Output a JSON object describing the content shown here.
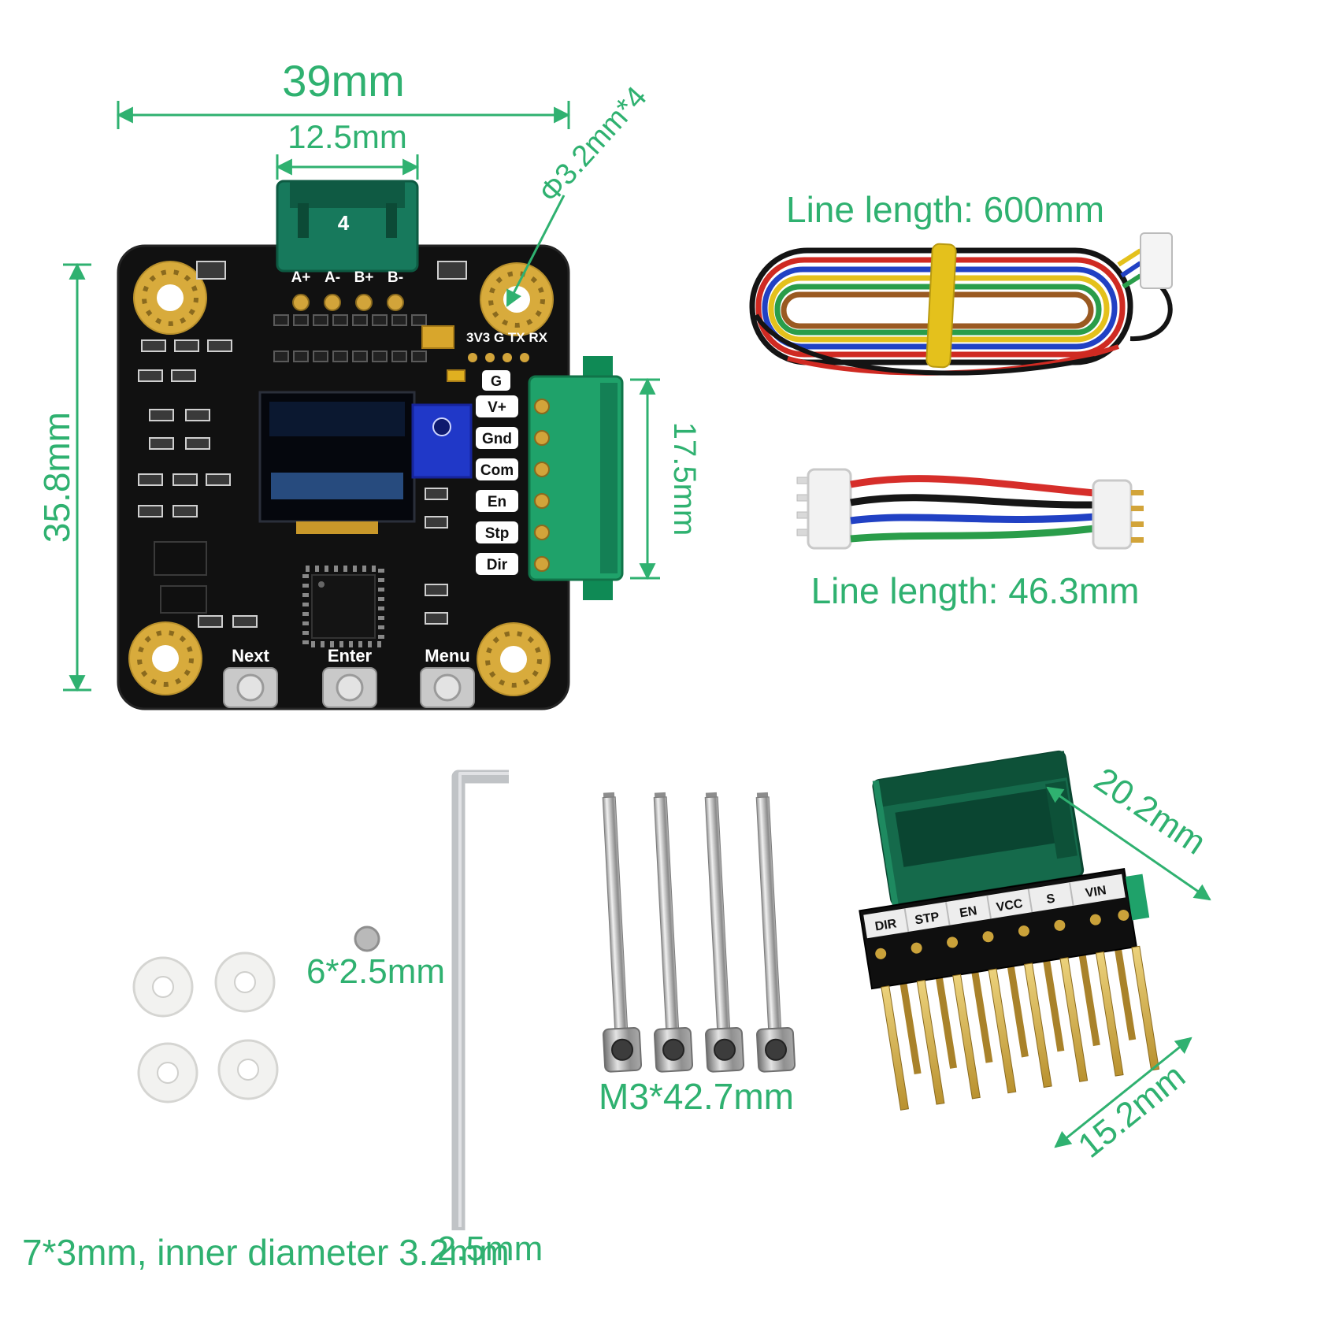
{
  "accent_color": "#2fb170",
  "annotations": {
    "board_width": "39mm",
    "top_connector_width": "12.5mm",
    "mount_hole": "Φ3.2mm*4",
    "board_height": "35.8mm",
    "side_connector_height": "17.5mm",
    "long_cable": "Line length: 600mm",
    "short_cable": "Line length: 46.3mm",
    "magnet": "6*2.5mm",
    "hex_key": "2.5mm",
    "washers": "7*3mm, inner diameter 3.2mm",
    "screws": "M3*42.7mm",
    "adapter_width": "20.2mm",
    "adapter_depth": "15.2mm"
  },
  "board": {
    "silk": {
      "motor_pins": [
        "A+",
        "A-",
        "B+",
        "B-"
      ],
      "uart_header": "3V3 G TX RX",
      "g_pin": "G",
      "side_pins": [
        "V+",
        "Gnd",
        "Com",
        "En",
        "Stp",
        "Dir"
      ],
      "buttons": [
        "Next",
        "Enter",
        "Menu"
      ],
      "connector_mark": "4"
    }
  },
  "adapter": {
    "pin_labels": [
      "DIR",
      "STP",
      "EN",
      "VCC",
      "S",
      "VIN"
    ]
  }
}
